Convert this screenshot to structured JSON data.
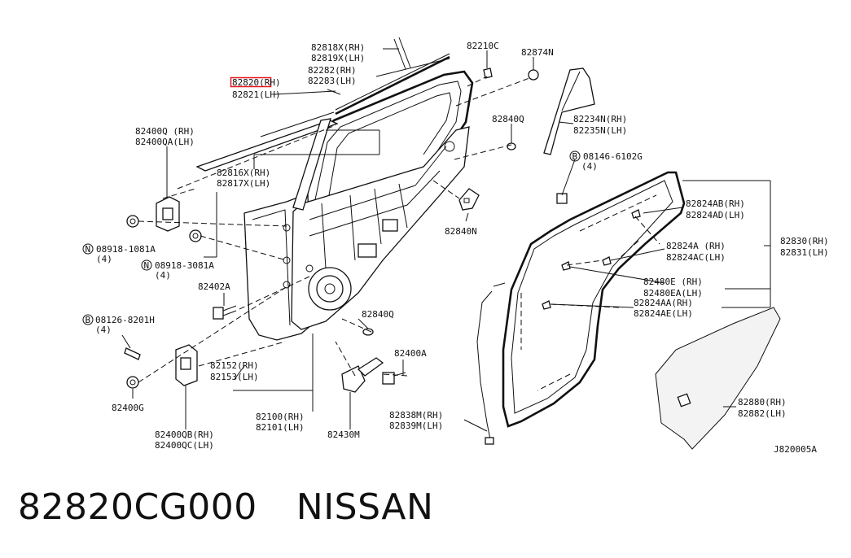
{
  "labels": {
    "p82818": "82818X(RH)",
    "p82819": "82819X(LH)",
    "p82282": "82282(RH)",
    "p82283": "82283(LH)",
    "p82820": "82820(RH)",
    "p82821": "82821(LH)",
    "p82210": "82210C",
    "p82874": "82874N",
    "p82840Q_top": "82840Q",
    "p82234": "82234N(RH)",
    "p82235": "82235N(LH)",
    "p08146": "08146-6102G",
    "p08146_qty": "(4)",
    "p82400Q": "82400Q (RH)",
    "p82400QA": "82400QA(LH)",
    "p82816": "82816X(RH)",
    "p82817": "82817X(LH)",
    "p08918_1081": "08918-1081A",
    "p08918_1081_qty": "(4)",
    "p08918_3081": "08918-3081A",
    "p08918_3081_qty": "(4)",
    "p82840N": "82840N",
    "p82824AB": "82824AB(RH)",
    "p82824AD": "82824AD(LH)",
    "p82830": "82830(RH)",
    "p82831": "82831(LH)",
    "p82824A": "82824A (RH)",
    "p82824AC": "82824AC(LH)",
    "p82480E": "82480E (RH)",
    "p82480EA": "82480EA(LH)",
    "p82824AA": "82824AA(RH)",
    "p82824AE": "82824AE(LH)",
    "p82402A": "82402A",
    "p08126": "08126-8201H",
    "p08126_qty": "(4)",
    "p82840Q_mid": "82840Q",
    "p82400A": "82400A",
    "p82152": "82152(RH)",
    "p82153": "82153(LH)",
    "p82400G": "82400G",
    "p82100": "82100(RH)",
    "p82101": "82101(LH)",
    "p82838": "82838M(RH)",
    "p82839": "82839M(LH)",
    "p82880": "82880(RH)",
    "p82882": "82882(LH)",
    "p82400QB": "82400QB(RH)",
    "p82400QC": "82400QC(LH)",
    "p82430": "82430M",
    "diagram_code": "J820005A"
  },
  "symbols": {
    "n1": "N",
    "n2": "N",
    "b1": "B",
    "b2": "B"
  },
  "highlight_color": "#e8151b",
  "footer": {
    "part_number": "82820CG000",
    "brand": "NISSAN"
  }
}
